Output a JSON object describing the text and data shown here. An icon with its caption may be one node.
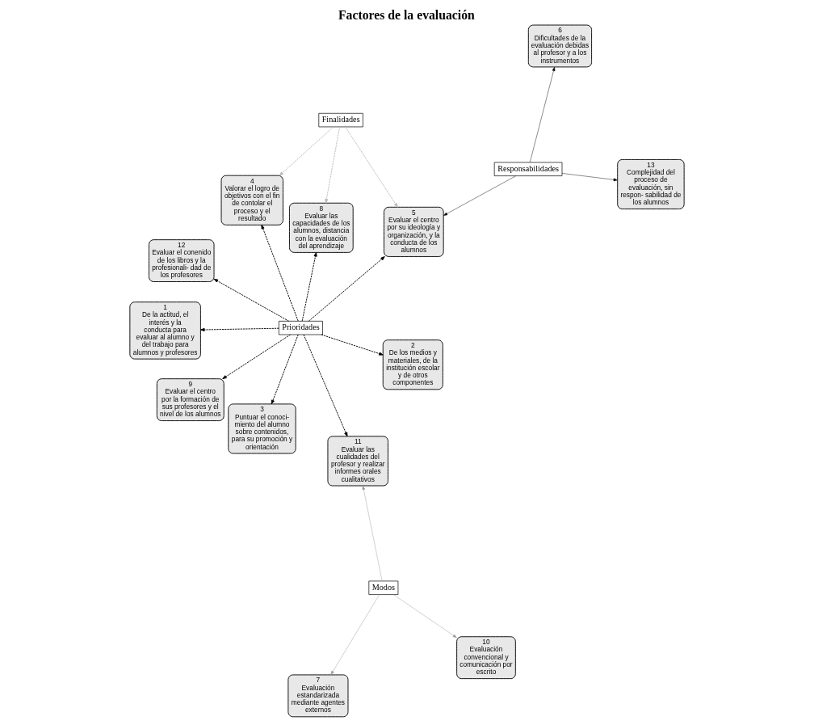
{
  "diagram": {
    "title": "Factores de la evaluación",
    "nodes": [
      {
        "text": [
          "1",
          "De la actitud, el interés y la conducta para evaluar al alumno y del trabajo para alumnos y profesores"
        ]
      },
      {
        "text": [
          "2",
          "De los medios y materiales, de la institución escolar y de otros componentes"
        ]
      },
      {
        "text": [
          "3",
          "Puntuar el conoci- miento del alumno sobre contenidos, para su promoción y orientación"
        ]
      },
      {
        "text": [
          "4",
          "Valorar el logro de objetivos con el fin de contolar el proceso y el resultado"
        ]
      },
      {
        "text": [
          "5",
          "Evaluar el centro por su ideología y organización, y la conducta de los alumnos"
        ]
      },
      {
        "text": [
          "6",
          "Dificultades de la evaluación debidas al profesor y a los instrumentos"
        ]
      },
      {
        "text": [
          "7",
          "Evaluación estandarizada mediante agentes externos"
        ]
      },
      {
        "text": [
          "8",
          "Evaluar las capacidades de los alumnos, distancia con la evaluación del aprendizaje"
        ]
      },
      {
        "text": [
          "9",
          "Evaluar el centro por la formación de sus profesores y el nivel de los alumnos"
        ]
      },
      {
        "text": [
          "10",
          "Evaluación convencional y comunicación por escrito"
        ]
      },
      {
        "text": [
          "11",
          "Evaluar las cualidades del profesor y realizar informes orales cualitativos"
        ]
      },
      {
        "text": [
          "12",
          "Evaluar el conenido de los libros y la profesionali- dad de los profesores"
        ]
      },
      {
        "text": [
          "13",
          "Complejidad del proceso de evaluación, sin respon- sabilidad de los alumnos"
        ]
      },
      {
        "text": [
          "Prioridades"
        ]
      },
      {
        "text": [
          "Finalidades"
        ]
      },
      {
        "text": [
          "Responsabilidades"
        ]
      },
      {
        "text": [
          "Modos"
        ]
      }
    ],
    "edges": [
      {
        "from": 13,
        "to": 0,
        "arrow": "to",
        "style": "dashed"
      },
      {
        "from": 13,
        "to": 1,
        "arrow": "to",
        "style": "dashed"
      },
      {
        "from": 13,
        "to": 2,
        "arrow": "to",
        "style": "dashed"
      },
      {
        "from": 13,
        "to": 3,
        "arrow": "to",
        "style": "dashed"
      },
      {
        "from": 13,
        "to": 4,
        "arrow": "to",
        "style": "dashed"
      },
      {
        "from": 13,
        "to": 11,
        "arrow": "to",
        "style": "dashed"
      },
      {
        "from": 13,
        "to": 10,
        "arrow": "to",
        "style": "dashed"
      },
      {
        "from": 13,
        "to": 8,
        "arrow": "to",
        "style": "dashed"
      },
      {
        "from": 13,
        "to": 7,
        "arrow": "to",
        "style": "dashed"
      },
      {
        "from": 14,
        "to": 3,
        "arrow": "to",
        "style": "dashed",
        "color": "#bbbbbb"
      },
      {
        "from": 14,
        "to": 4,
        "arrow": "to",
        "style": "dashed",
        "color": "#bbbbbb"
      },
      {
        "from": 14,
        "to": 7,
        "arrow": "to",
        "style": "dashed",
        "color": "#bbbbbb"
      },
      {
        "from": 15,
        "to": 12,
        "arrow": "to"
      },
      {
        "from": 15,
        "to": 4,
        "arrow": "to"
      },
      {
        "from": 15,
        "to": 5,
        "arrow": "to"
      },
      {
        "from": 16,
        "to": 6,
        "arrow": "to",
        "color": "#999999"
      },
      {
        "from": 16,
        "to": 10,
        "arrow": "to",
        "color": "#999999"
      },
      {
        "from": 16,
        "to": 9,
        "arrow": "to",
        "color": "#999999"
      }
    ]
  }
}
